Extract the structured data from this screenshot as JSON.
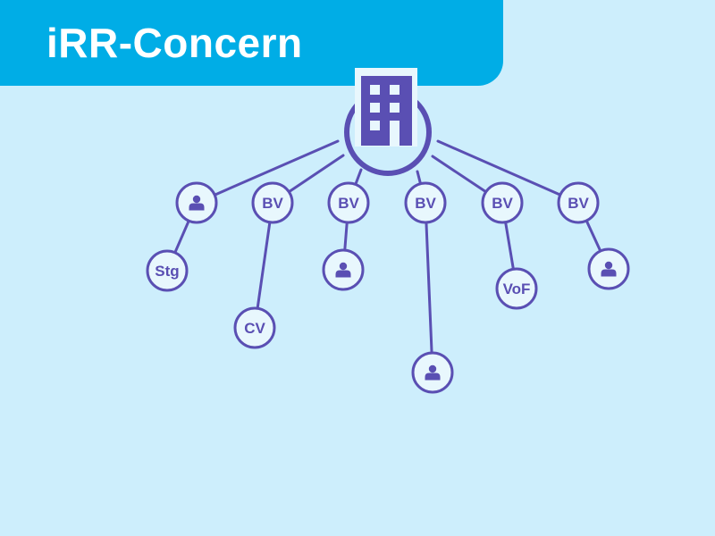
{
  "header": {
    "title": "iRR-Concern"
  },
  "colors": {
    "background": "#cdeefc",
    "banner": "#00ade6",
    "node_stroke": "#5a4fb3",
    "node_fill": "#e8f7fd",
    "title_text": "#ffffff"
  },
  "diagram": {
    "root": {
      "icon": "building-icon"
    },
    "children": [
      {
        "label": "",
        "icon": "person-icon",
        "child": {
          "label": "Stg",
          "icon": ""
        }
      },
      {
        "label": "BV",
        "icon": "",
        "child": {
          "label": "CV",
          "icon": ""
        }
      },
      {
        "label": "BV",
        "icon": "",
        "child": {
          "label": "",
          "icon": "person-icon"
        }
      },
      {
        "label": "BV",
        "icon": "",
        "child": {
          "label": "",
          "icon": "person-icon"
        }
      },
      {
        "label": "BV",
        "icon": "",
        "child": {
          "label": "VoF",
          "icon": ""
        }
      },
      {
        "label": "BV",
        "icon": "",
        "child": {
          "label": "",
          "icon": "person-icon"
        }
      }
    ]
  }
}
